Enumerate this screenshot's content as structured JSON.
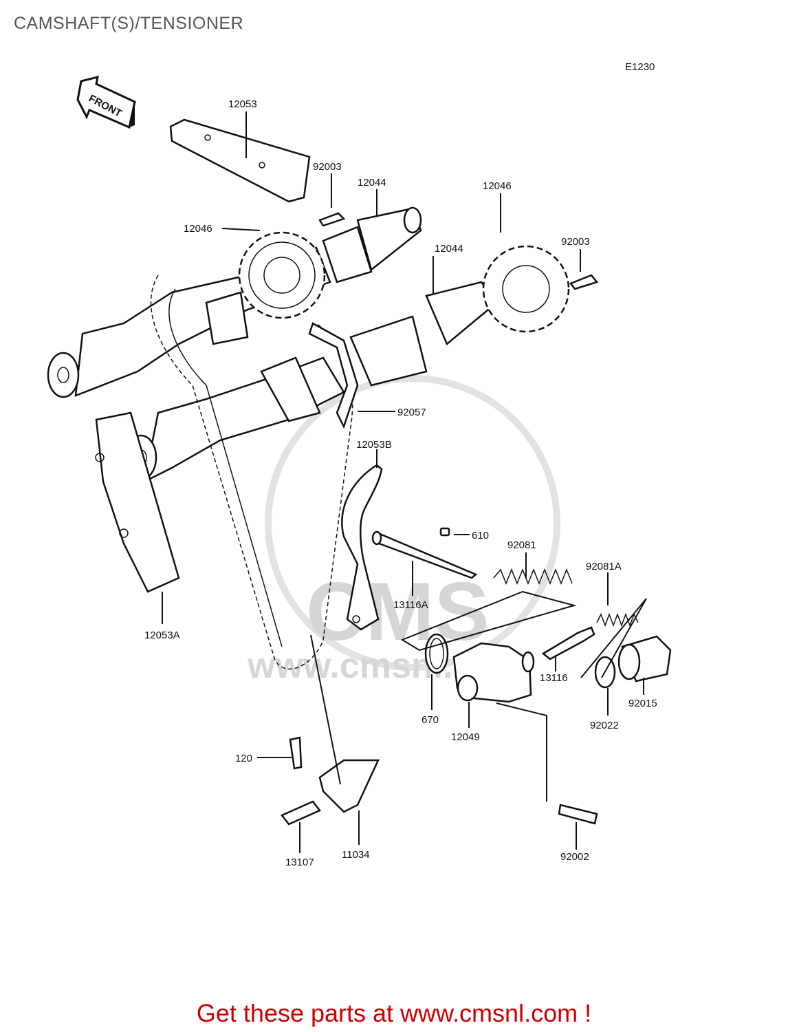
{
  "header": {
    "title": "CAMSHAFT(S)/TENSIONER",
    "diagram_code": "E1230"
  },
  "diagram": {
    "direction_arrow": "FRONT",
    "watermark": {
      "logo_text": "CMS",
      "url_text": "www.cmsnl.com"
    },
    "parts": [
      {
        "id": "12053",
        "label": "12053"
      },
      {
        "id": "92003-a",
        "label": "92003"
      },
      {
        "id": "12044-a",
        "label": "12044"
      },
      {
        "id": "12046-b",
        "label": "12046"
      },
      {
        "id": "12046-a",
        "label": "12046"
      },
      {
        "id": "92003-b",
        "label": "92003"
      },
      {
        "id": "12044-b",
        "label": "12044"
      },
      {
        "id": "92057",
        "label": "92057"
      },
      {
        "id": "12053b",
        "label": "12053B"
      },
      {
        "id": "610",
        "label": "610"
      },
      {
        "id": "92081",
        "label": "92081"
      },
      {
        "id": "92081a",
        "label": "92081A"
      },
      {
        "id": "13116a",
        "label": "13116A"
      },
      {
        "id": "12053a",
        "label": "12053A"
      },
      {
        "id": "13116",
        "label": "13116"
      },
      {
        "id": "670",
        "label": "670"
      },
      {
        "id": "12049",
        "label": "12049"
      },
      {
        "id": "92022",
        "label": "92022"
      },
      {
        "id": "92015",
        "label": "92015"
      },
      {
        "id": "120",
        "label": "120"
      },
      {
        "id": "13107",
        "label": "13107"
      },
      {
        "id": "11034",
        "label": "11034"
      },
      {
        "id": "92002",
        "label": "92002"
      }
    ]
  },
  "footer": {
    "cta": "Get these parts at www.cmsnl.com !"
  }
}
